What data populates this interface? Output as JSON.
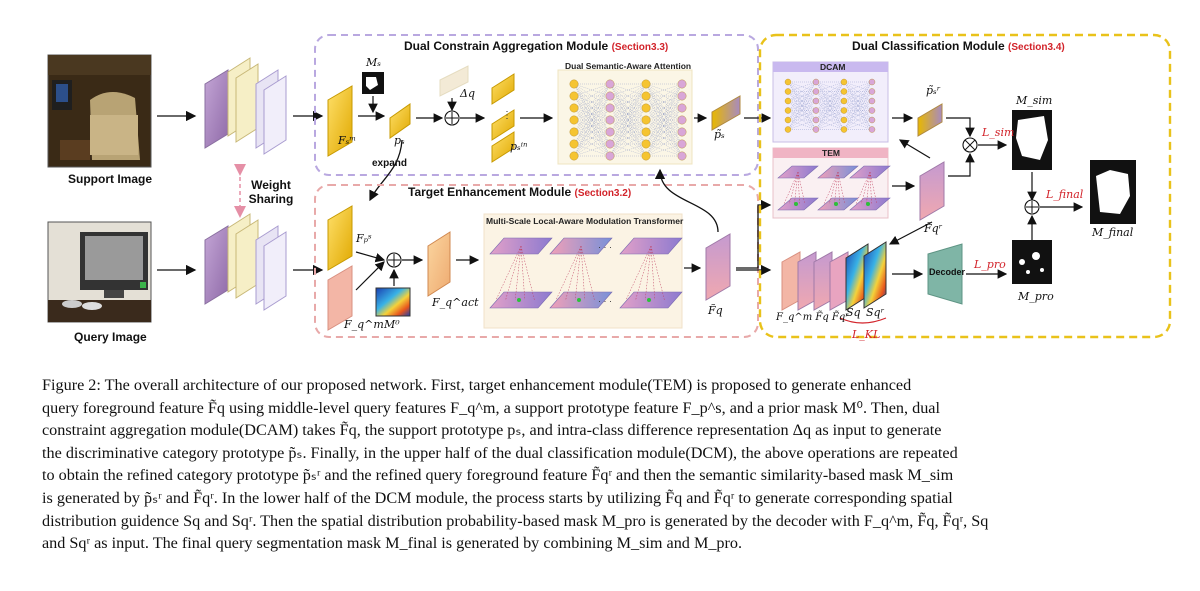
{
  "figure": {
    "support_image_label": "Support Image",
    "query_image_label": "Query Image",
    "weight_sharing_label": "Weight Sharing",
    "dcam_title": "Dual Constrain Aggregation Module",
    "dcam_section": "(Section3.3)",
    "tem_title": "Target Enhancement Module",
    "tem_section": "(Section3.2)",
    "dcm_title": "Dual Classification Module",
    "dcm_section": "(Section3.4)",
    "dsaa_label": "Dual Semantic-Aware Attention",
    "msla_label": "Multi-Scale Local-Aware Modulation Transformer",
    "expand_label": "expand",
    "dcam_box_label": "DCAM",
    "tem_box_label": "TEM",
    "decoder_label": "Decoder",
    "ellipsis": "· · ·",
    "math": {
      "Fsm": "Fₛᵐ",
      "Ms": "Mₛ",
      "ps": "pₛ",
      "delta_q": "Δq",
      "psin": "pₛⁱⁿ",
      "ps_tilde": "p̃ₛ",
      "Fps": "Fₚˢ",
      "Fqm": "F_q^m",
      "M0": "M⁰",
      "Fqact": "F_q^act",
      "Fq_tilde": "F̃q",
      "psr_tilde": "p̃ₛʳ",
      "Fqr_tilde": "F̃qʳ",
      "Lsim": "L_sim",
      "Msim": "M_sim",
      "Lfinal": "L_final",
      "Mfinal": "M_final",
      "Lpro": "L_pro",
      "Mpro": "M_pro",
      "LKL": "L_KL",
      "Sq": "Sq",
      "Sqr": "Sqʳ",
      "bottom_feats": "F_q^m F̃q F̃qʳ"
    },
    "colors": {
      "gold": "#f2c10f",
      "purple": "#a98abf",
      "cream": "#f6efc6",
      "lavender": "#d7d0ea",
      "pink": "#f3b6a6",
      "dcam_border": "#b9a8e0",
      "tem_border": "#e8a9a9",
      "dcm_border": "#e9c21a",
      "section_red": "#d2232a",
      "decoder": "#7fb5a6"
    }
  },
  "caption": {
    "lines": [
      "Figure 2: The overall architecture of our proposed network. First, target enhancement module(TEM) is proposed to generate enhanced",
      "query foreground feature F̃q using middle-level query features F_q^m, a support prototype feature F_p^s, and a prior mask M⁰. Then, dual",
      "constraint aggregation module(DCAM) takes F̃q, the support prototype pₛ, and intra-class difference representation Δq as input to generate",
      "the discriminative category prototype p̃ₛ. Finally, in the upper half of the dual classification module(DCM), the above operations are repeated",
      "to obtain the refined category prototype p̃ₛʳ and the refined query foreground feature F̃qʳ and then the semantic similarity-based mask M_sim",
      "is generated by p̃ₛʳ and F̃qʳ. In the lower half of the DCM module, the process starts by utilizing F̃q and F̃qʳ to generate corresponding spatial",
      "distribution guidence Sq and Sqʳ. Then the spatial distribution probability-based mask M_pro is generated by the decoder with F_q^m, F̃q, F̃qʳ, Sq",
      "and Sqʳ as input. The final query segmentation mask M_final is generated by combining M_sim and M_pro."
    ]
  }
}
